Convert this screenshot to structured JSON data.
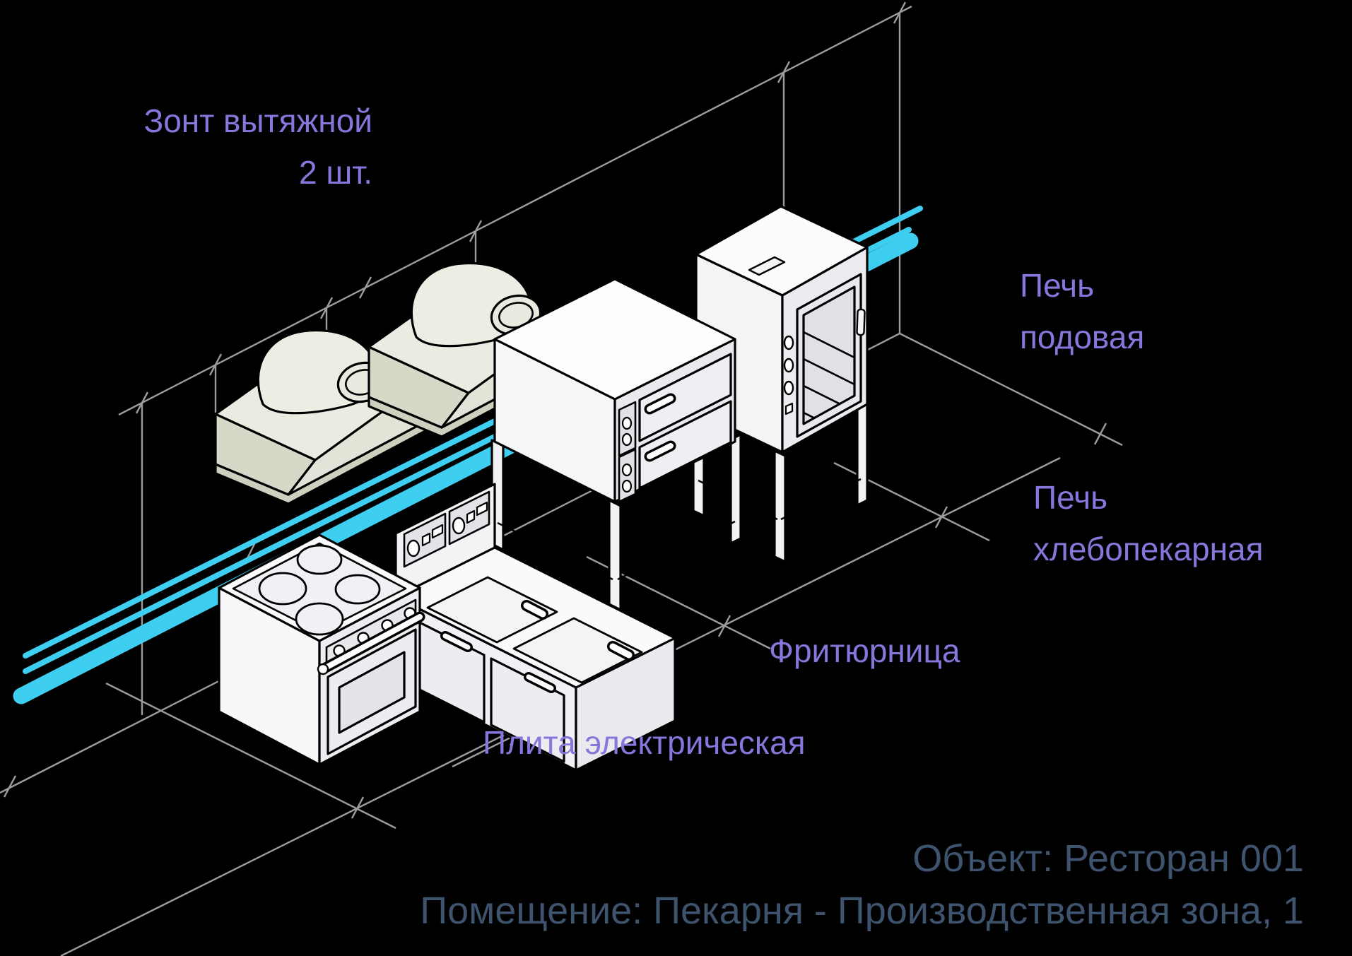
{
  "labels": {
    "hood": {
      "line1": "Зонт вытяжной",
      "line2": "2 шт."
    },
    "deck_oven": {
      "line1": "Печь",
      "line2": "подовая"
    },
    "bakery_oven": {
      "line1": "Печь",
      "line2": "хлебопекарная"
    },
    "fryer": {
      "line1": "Фритюрница"
    },
    "stove": {
      "line1": "Плита электрическая"
    }
  },
  "title_block": {
    "object": "Объект: Ресторан 001",
    "room": "Помещение: Пекарня - Производственная зона, 1"
  },
  "colors": {
    "background": "#000000",
    "pipe": "#3DCEF0",
    "label": "#8577DB",
    "title": "#3E536E",
    "construction": "#9C9C9C"
  }
}
